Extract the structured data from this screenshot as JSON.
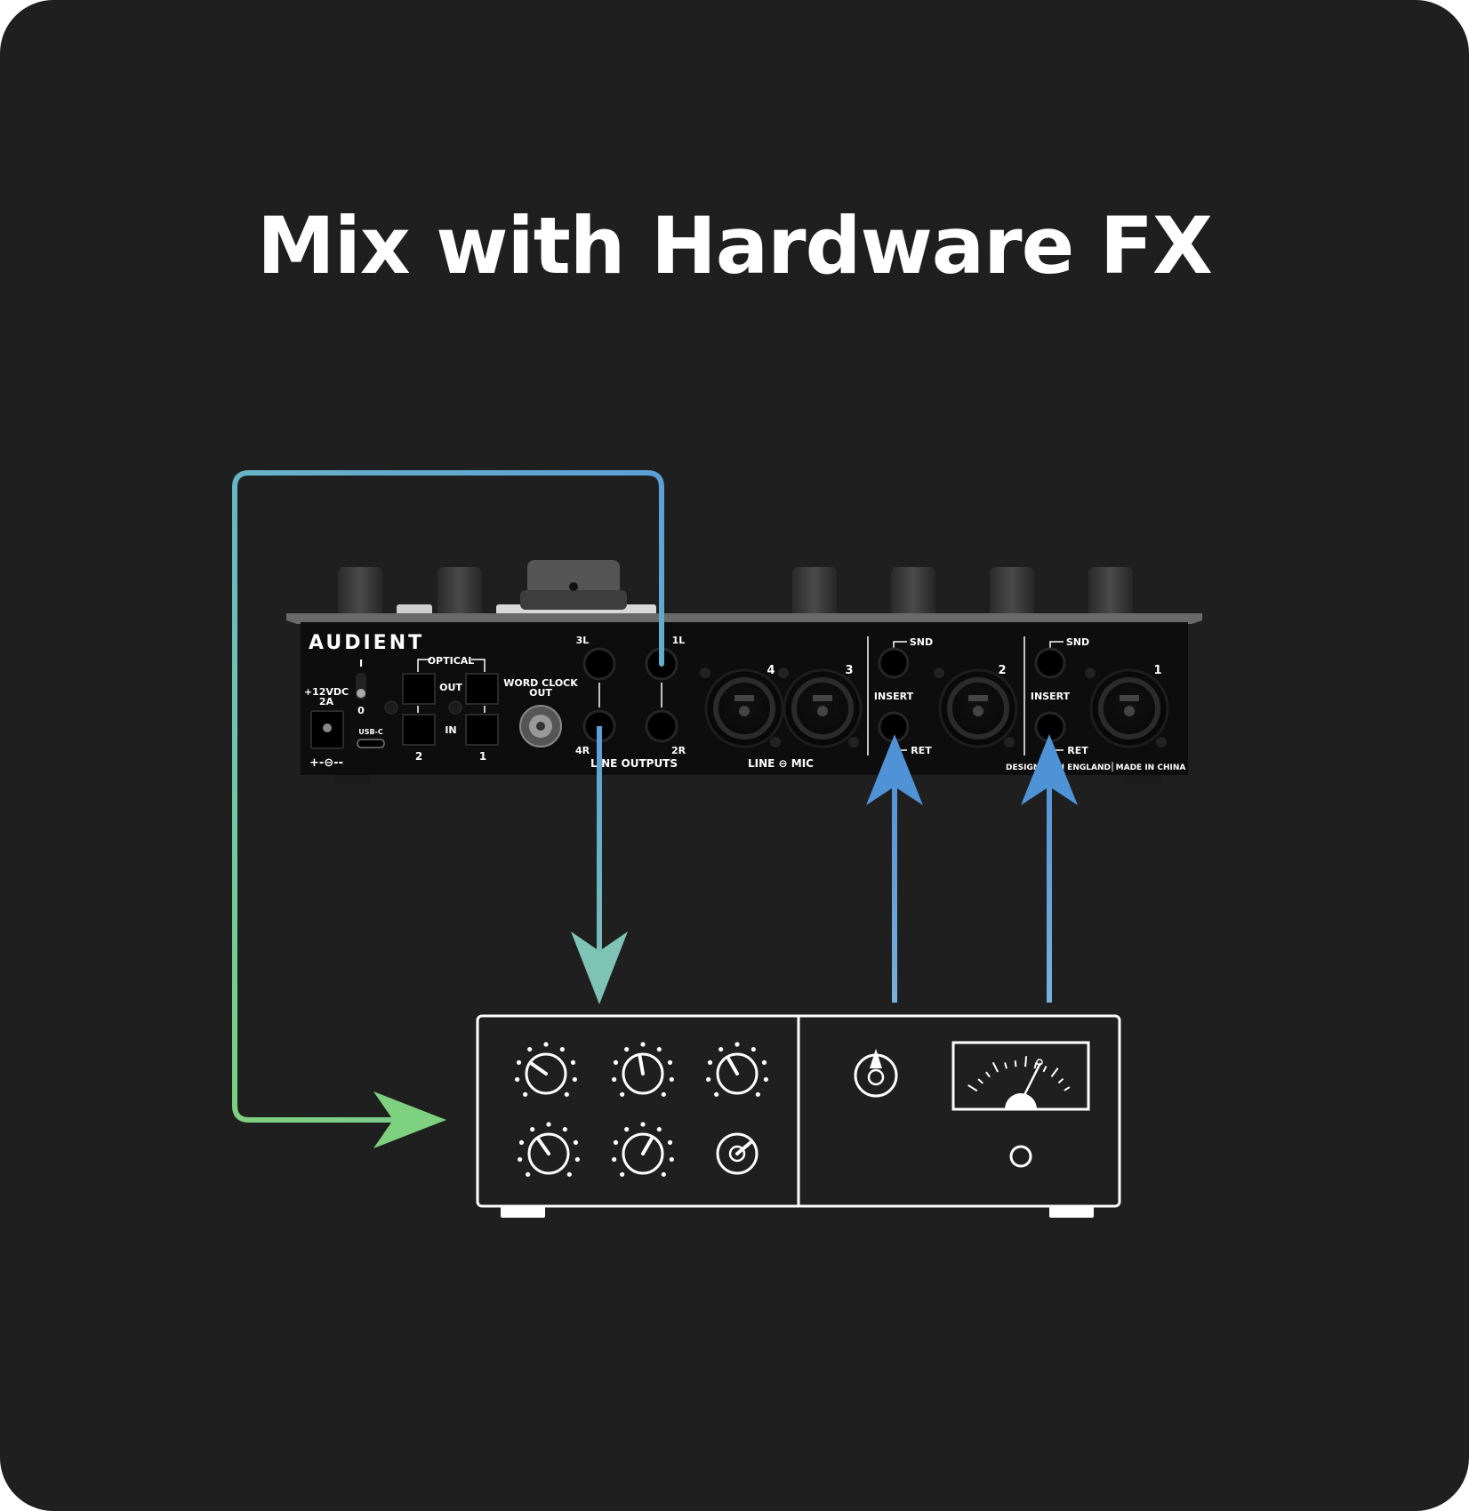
{
  "title": "Mix with Hardware FX",
  "colors": {
    "background": "#1f1f1f",
    "green": "#7ed17e",
    "teal": "#6cc2b8",
    "blue": "#5b9fd8"
  },
  "interface": {
    "brand": "AUDIENT",
    "power_label_1": "+12VDC",
    "power_label_2": "2A",
    "switch_on": "I",
    "switch_off": "0",
    "usb_label": "USB-C",
    "polarity_label": "+-⊖--",
    "optical_label": "OPTICAL",
    "optical_out": "OUT",
    "optical_in": "IN",
    "optical_2": "2",
    "optical_1": "1",
    "word_clock_1": "WORD CLOCK",
    "word_clock_2": "OUT",
    "jack_3l": "3L",
    "jack_4r": "4R",
    "jack_1l": "1L",
    "jack_2r": "2R",
    "line_outputs": "LINE OUTPUTS",
    "input_4": "4",
    "input_3": "3",
    "input_2": "2",
    "input_1": "1",
    "line_mic": "LINE ⊖ MIC",
    "insert_snd_a": "SND",
    "insert_label_a": "INSERT",
    "insert_ret_a": "RET",
    "insert_snd_b": "SND",
    "insert_label_b": "INSERT",
    "insert_ret_b": "RET",
    "designed": "DESIGNED IN ENGLAND",
    "made": "MADE IN CHINA"
  },
  "connections": [
    {
      "from": "1L line output",
      "to": "hardware FX unit input",
      "color": "green-teal-blue gradient"
    },
    {
      "from": "4R line output",
      "to": "hardware FX unit",
      "color": "teal-blue gradient"
    },
    {
      "from": "hardware FX unit",
      "to": "insert RET channel 2",
      "color": "blue"
    },
    {
      "from": "hardware FX unit",
      "to": "insert RET channel 1",
      "color": "blue"
    }
  ]
}
